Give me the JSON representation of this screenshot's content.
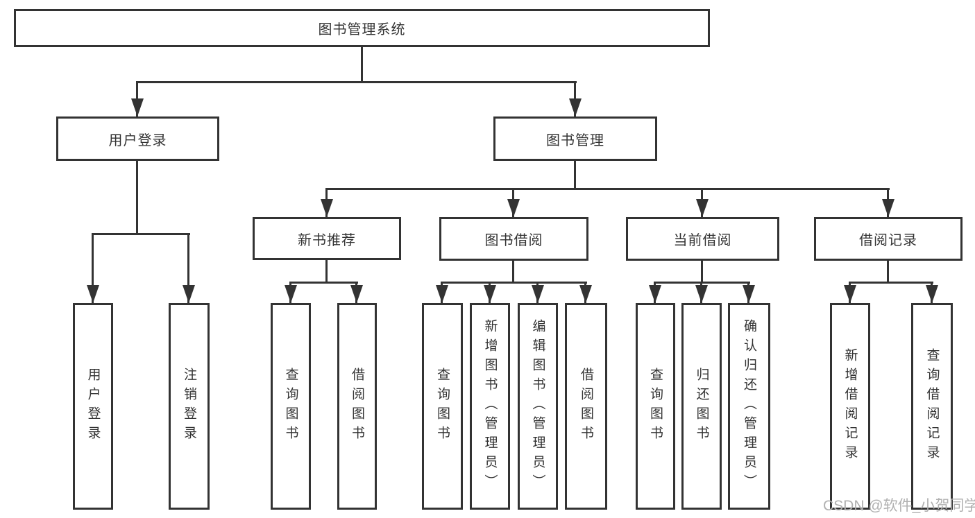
{
  "diagram": {
    "root": {
      "label": "图书管理系统"
    },
    "level2": [
      {
        "label": "用户登录"
      },
      {
        "label": "图书管理"
      }
    ],
    "level3": [
      {
        "label": "新书推荐"
      },
      {
        "label": "图书借阅"
      },
      {
        "label": "当前借阅"
      },
      {
        "label": "借阅记录"
      }
    ],
    "leaves": [
      {
        "label": "用户登录"
      },
      {
        "label": "注销登录"
      },
      {
        "label": "查询图书"
      },
      {
        "label": "借阅图书"
      },
      {
        "label": "查询图书"
      },
      {
        "label": "新增图书（管理员）"
      },
      {
        "label": "编辑图书（管理员）"
      },
      {
        "label": "借阅图书"
      },
      {
        "label": "查询图书"
      },
      {
        "label": "归还图书"
      },
      {
        "label": "确认归还（管理员）"
      },
      {
        "label": "新增借阅记录"
      },
      {
        "label": "查询借阅记录"
      }
    ],
    "watermark": "CSDN @软件_小贺同学",
    "colors": {
      "line": "#333333",
      "text": "#333333",
      "box_background": "#ffffff",
      "watermark": "#b0b0b0",
      "page_background": "#ffffff"
    }
  }
}
